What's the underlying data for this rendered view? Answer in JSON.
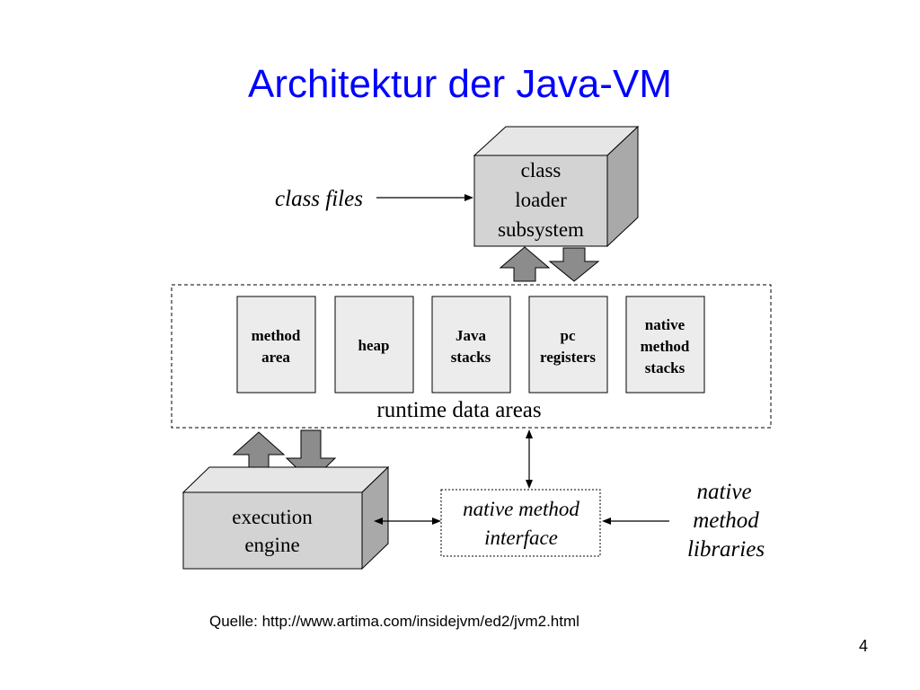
{
  "slide": {
    "title": "Architektur der Java-VM",
    "source": "Quelle: http://www.artima.com/insidejvm/ed2/jvm2.html",
    "page_number": "4"
  },
  "diagram": {
    "class_files": "class files",
    "class_loader": [
      "class",
      "loader",
      "subsystem"
    ],
    "runtime_data_areas": "runtime data areas",
    "areas": {
      "method_area": [
        "method",
        "area"
      ],
      "heap": [
        "heap"
      ],
      "java_stacks": [
        "Java",
        "stacks"
      ],
      "pc_registers": [
        "pc",
        "registers"
      ],
      "native_method_stacks": [
        "native",
        "method",
        "stacks"
      ]
    },
    "execution_engine": [
      "execution",
      "engine"
    ],
    "native_method_interface": [
      "native method",
      "interface"
    ],
    "native_method_libraries": [
      "native",
      "method",
      "libraries"
    ]
  },
  "colors": {
    "title": "#0000ff",
    "box_front": "#d3d3d3",
    "box_top": "#e6e6e6",
    "box_side": "#a9a9a9",
    "arrow_fill": "#8c8c8c"
  }
}
